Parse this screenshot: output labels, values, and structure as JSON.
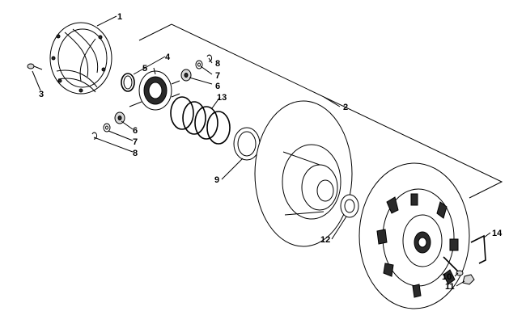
{
  "callouts": {
    "c1": "1",
    "c2": "2",
    "c3": "3",
    "c4": "4",
    "c5": "5",
    "c6a": "6",
    "c6b": "6",
    "c7a": "7",
    "c7b": "7",
    "c8a": "8",
    "c8b": "8",
    "c9": "9",
    "c10": "10",
    "c11": "11",
    "c12": "12",
    "c13": "13",
    "c14": "14"
  }
}
